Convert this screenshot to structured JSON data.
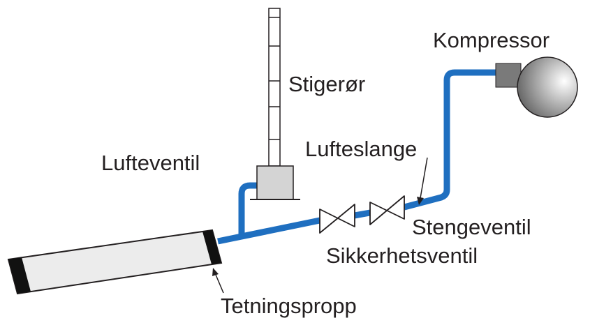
{
  "labels": {
    "riser": "Stigerør",
    "compressor": "Kompressor",
    "vent_valve": "Lufteventil",
    "air_hose": "Lufteslange",
    "stop_valve": "Stengeventil",
    "safety_valve": "Sikkerhetsventil",
    "sealing_plug": "Tetningspropp"
  },
  "colors": {
    "hose": "#1f6fc0",
    "outline": "#231f20",
    "pipe_fill": "#ececec",
    "plug": "#111111",
    "vent_box": "#d4d4d4",
    "compressor_nozzle": "#7a7a7a"
  }
}
